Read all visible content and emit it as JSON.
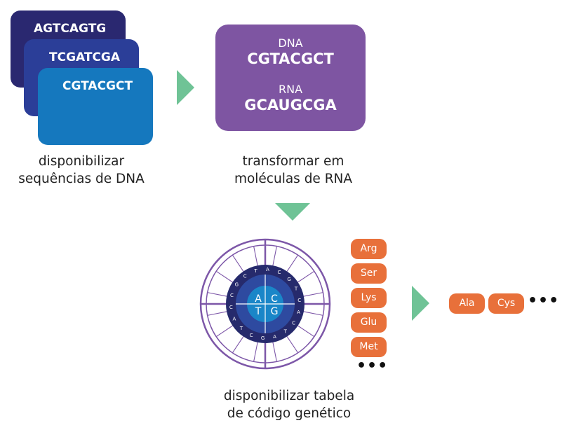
{
  "dna_cards": [
    "AGTCAGTG",
    "TCGATCGA",
    "CGTACGCT"
  ],
  "captions": {
    "step1": [
      "disponibilizar",
      "sequências de DNA"
    ],
    "step2": [
      "transformar em",
      "moléculas de RNA"
    ],
    "step3": [
      "disponibilizar tabela",
      "de código genético"
    ]
  },
  "transform_box": {
    "dna_label": "DNA",
    "dna_sequence": "CGTACGCT",
    "rna_label": "RNA",
    "rna_sequence": "GCAUGCGA"
  },
  "wheel": {
    "center_bases": [
      "A",
      "C",
      "T",
      "G"
    ],
    "ring_bases": [
      "C",
      "T",
      "A",
      "C",
      "G",
      "T",
      "C",
      "A",
      "C",
      "T",
      "A",
      "G",
      "C",
      "T",
      "A",
      "C",
      "C",
      "G"
    ]
  },
  "amino_acids_list": [
    "Arg",
    "Ser",
    "Lys",
    "Glu",
    "Met"
  ],
  "result_amino_acids": [
    "Ala",
    "Cys"
  ],
  "ellipsis": "•••",
  "colors": {
    "card_dark": "#2a2870",
    "card_mid": "#2b3e98",
    "card_light": "#1578be",
    "transform_purple": "#7e55a2",
    "arrow_green": "#6fc396",
    "pill_orange": "#e8703a",
    "wheel_purple": "#7d57a8"
  }
}
